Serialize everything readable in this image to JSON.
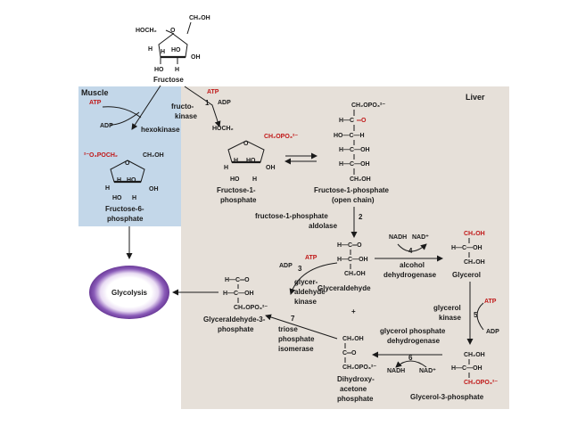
{
  "panels": {
    "muscle": "Muscle",
    "liver": "Liver",
    "glycolysis": "Glycolysis"
  },
  "molecules": {
    "fructose": "Fructose",
    "fructose_6_phosphate": [
      "Fructose-6-",
      "phosphate"
    ],
    "fructose_1_phosphate": [
      "Fructose-1-",
      "phosphate"
    ],
    "fructose_1_phosphate_open": [
      "Fructose-1-phosphate",
      "(open chain)"
    ],
    "glyceraldehyde": "Glyceraldehyde",
    "glyceraldehyde_3_phosphate": [
      "Glyceraldehyde-3-",
      "phosphate"
    ],
    "dihydroxyacetone_phosphate": [
      "Dihydroxy-",
      "acetone",
      "phosphate"
    ],
    "glycerol": "Glycerol",
    "glycerol_3_phosphate": "Glycerol-3-phosphate"
  },
  "enzymes": {
    "hexokinase": "hexokinase",
    "fructokinase": [
      "fructo-",
      "kinase"
    ],
    "aldolase": [
      "fructose-1-phosphate",
      "aldolase"
    ],
    "glyceraldehyde_kinase": [
      "glycer-",
      "aldehyde",
      "kinase"
    ],
    "triose_phosphate_isomerase": [
      "triose",
      "phosphate",
      "isomerase"
    ],
    "alcohol_dehydrogenase": [
      "alcohol",
      "dehydrogenase"
    ],
    "glycerol_kinase": [
      "glycerol",
      "kinase"
    ],
    "glycerol_phosphate_dehydrogenase": [
      "glycerol phosphate",
      "dehydrogenase"
    ]
  },
  "steps": [
    "1",
    "2",
    "3",
    "4",
    "5",
    "6",
    "7"
  ],
  "cofactors": {
    "atp": "ATP",
    "adp": "ADP",
    "nadh": "NADH",
    "nad": "NAD⁺",
    "plus": "+"
  },
  "atoms": {
    "ch2oh": "CH₂OH",
    "hoch2": "HOCH₂",
    "h": "H",
    "ho": "HO",
    "oh": "OH",
    "o": "O",
    "po3_ch2": "²⁻O₃POCH₂",
    "ch2opo3": "CH₂OPO₃²⁻",
    "ch2": "CH₂",
    "opo3": "OPO₃²⁻",
    "c": "C",
    "eq_o": "═O",
    "h_c": "H—C",
    "ho_c": "HO—C",
    "h_c_oh": "H—C—OH",
    "c_oh": "C—OH",
    "ho_c_h": "HO—C—H",
    "c_eq_o": "C═O",
    "h_c_eq_o": "H—C═O",
    "h_c_o": "H—C═O"
  },
  "colors": {
    "muscle_panel": "#c3d7e9",
    "liver_panel": "#e6e0d9",
    "highlight_red": "#c01818",
    "glycolysis_ring": "#7a4aa8"
  }
}
